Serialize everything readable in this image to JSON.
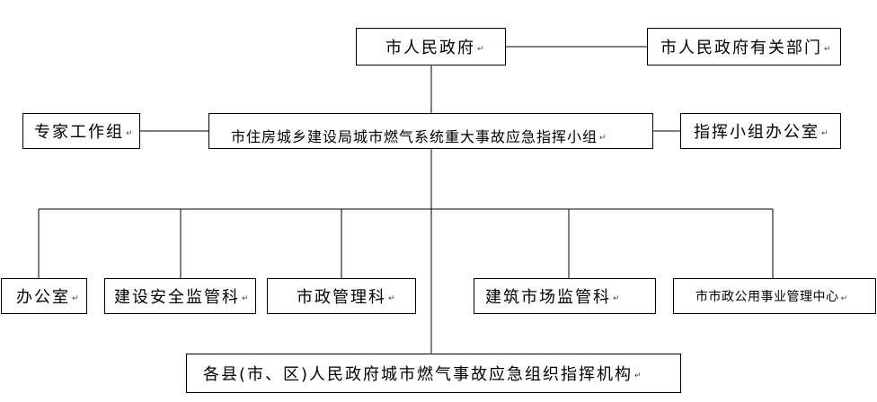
{
  "diagram": {
    "top": {
      "label": "市人民政府",
      "mark": "↵"
    },
    "top_right": {
      "label": "市人民政府有关部门",
      "mark": "↵"
    },
    "middle": {
      "label": "市住房城乡建设局城市燃气系统重大事故应急指挥小组",
      "mark": "↵"
    },
    "left_side": {
      "label": "专家工作组",
      "mark": "↵"
    },
    "right_side": {
      "label": "指挥小组办公室",
      "mark": "↵"
    },
    "departments": [
      {
        "label": "办公室",
        "mark": "↵"
      },
      {
        "label": "建设安全监管科",
        "mark": "↵"
      },
      {
        "label": "市政管理科",
        "mark": "↵"
      },
      {
        "label": "建筑市场监管科",
        "mark": "↵"
      },
      {
        "label": "市市政公用事业管理中心",
        "mark": "↵"
      }
    ],
    "bottom": {
      "label": "各县(市、区)人民政府城市燃气事故应急组织指挥机构",
      "mark": "↵"
    }
  }
}
